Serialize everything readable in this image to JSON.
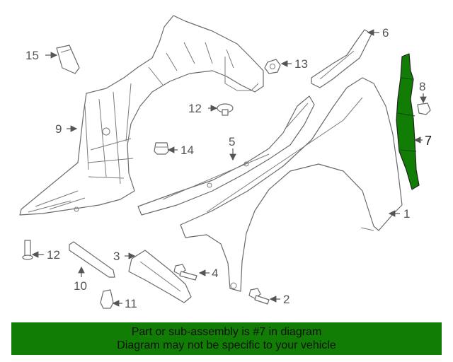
{
  "callouts": [
    {
      "num": "1"
    },
    {
      "num": "2"
    },
    {
      "num": "3"
    },
    {
      "num": "4"
    },
    {
      "num": "5"
    },
    {
      "num": "6"
    },
    {
      "num": "7"
    },
    {
      "num": "8"
    },
    {
      "num": "9"
    },
    {
      "num": "10"
    },
    {
      "num": "11"
    },
    {
      "num": "12"
    },
    {
      "num": "12"
    },
    {
      "num": "13"
    },
    {
      "num": "14"
    },
    {
      "num": "15"
    }
  ],
  "highlight": {
    "part_number": "7",
    "color": "#117d05"
  },
  "banner": {
    "line1": "Part or sub-assembly is #7 in diagram",
    "line2": "Diagram may not be specific to your vehicle",
    "background": "#117d05"
  }
}
